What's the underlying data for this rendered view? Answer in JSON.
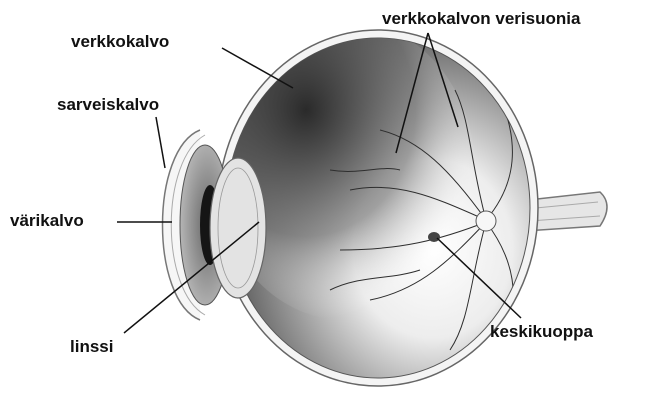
{
  "labels": {
    "retina": "verkkokalvo",
    "cornea": "sarveiskalvo",
    "iris": "värikalvo",
    "lens": "linssi",
    "retinal_vessels": "verkkokalvon verisuonia",
    "fovea": "keskikuoppa"
  },
  "colors": {
    "ink": "#111111",
    "background": "#ffffff"
  }
}
